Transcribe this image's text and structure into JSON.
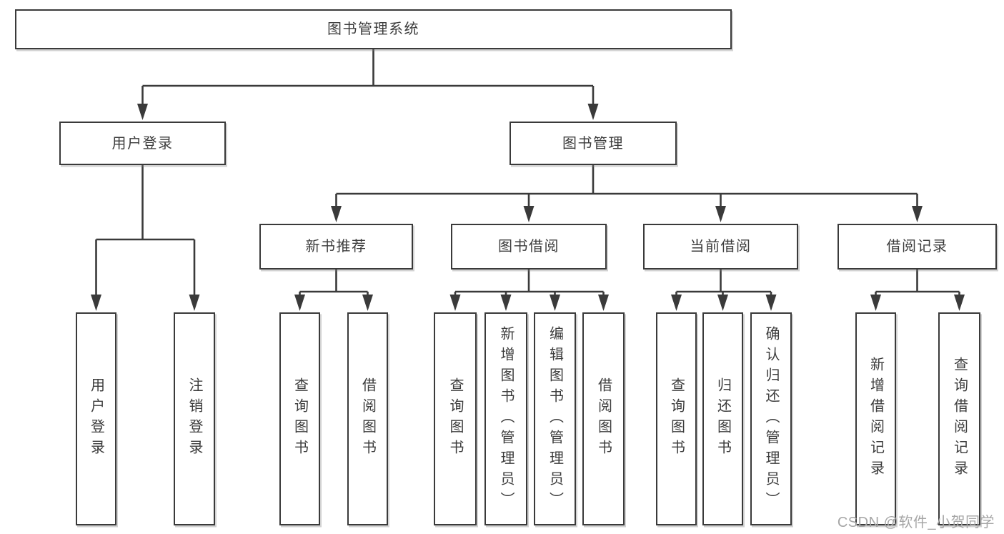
{
  "root": {
    "label": "图书管理系统"
  },
  "level2": [
    {
      "label": "用户登录"
    },
    {
      "label": "图书管理"
    }
  ],
  "level3": [
    {
      "label": "新书推荐"
    },
    {
      "label": "图书借阅"
    },
    {
      "label": "当前借阅"
    },
    {
      "label": "借阅记录"
    }
  ],
  "leaves": [
    {
      "label": "用户登录"
    },
    {
      "label": "注销登录"
    },
    {
      "label": "查询图书"
    },
    {
      "label": "借阅图书"
    },
    {
      "label": "查询图书"
    },
    {
      "label": "新增图书（管理员）"
    },
    {
      "label": "编辑图书（管理员）"
    },
    {
      "label": "借阅图书"
    },
    {
      "label": "查询图书"
    },
    {
      "label": "归还图书"
    },
    {
      "label": "确认归还（管理员）"
    },
    {
      "label": "新增借阅记录"
    },
    {
      "label": "查询借阅记录"
    }
  ],
  "watermark": {
    "text": "CSDN @软件_小贺同学"
  },
  "colors": {
    "line": "#3a3a3a",
    "text": "#3c3c3c",
    "box_bg": "#ffffff",
    "watermark": "#a6a6a6"
  }
}
